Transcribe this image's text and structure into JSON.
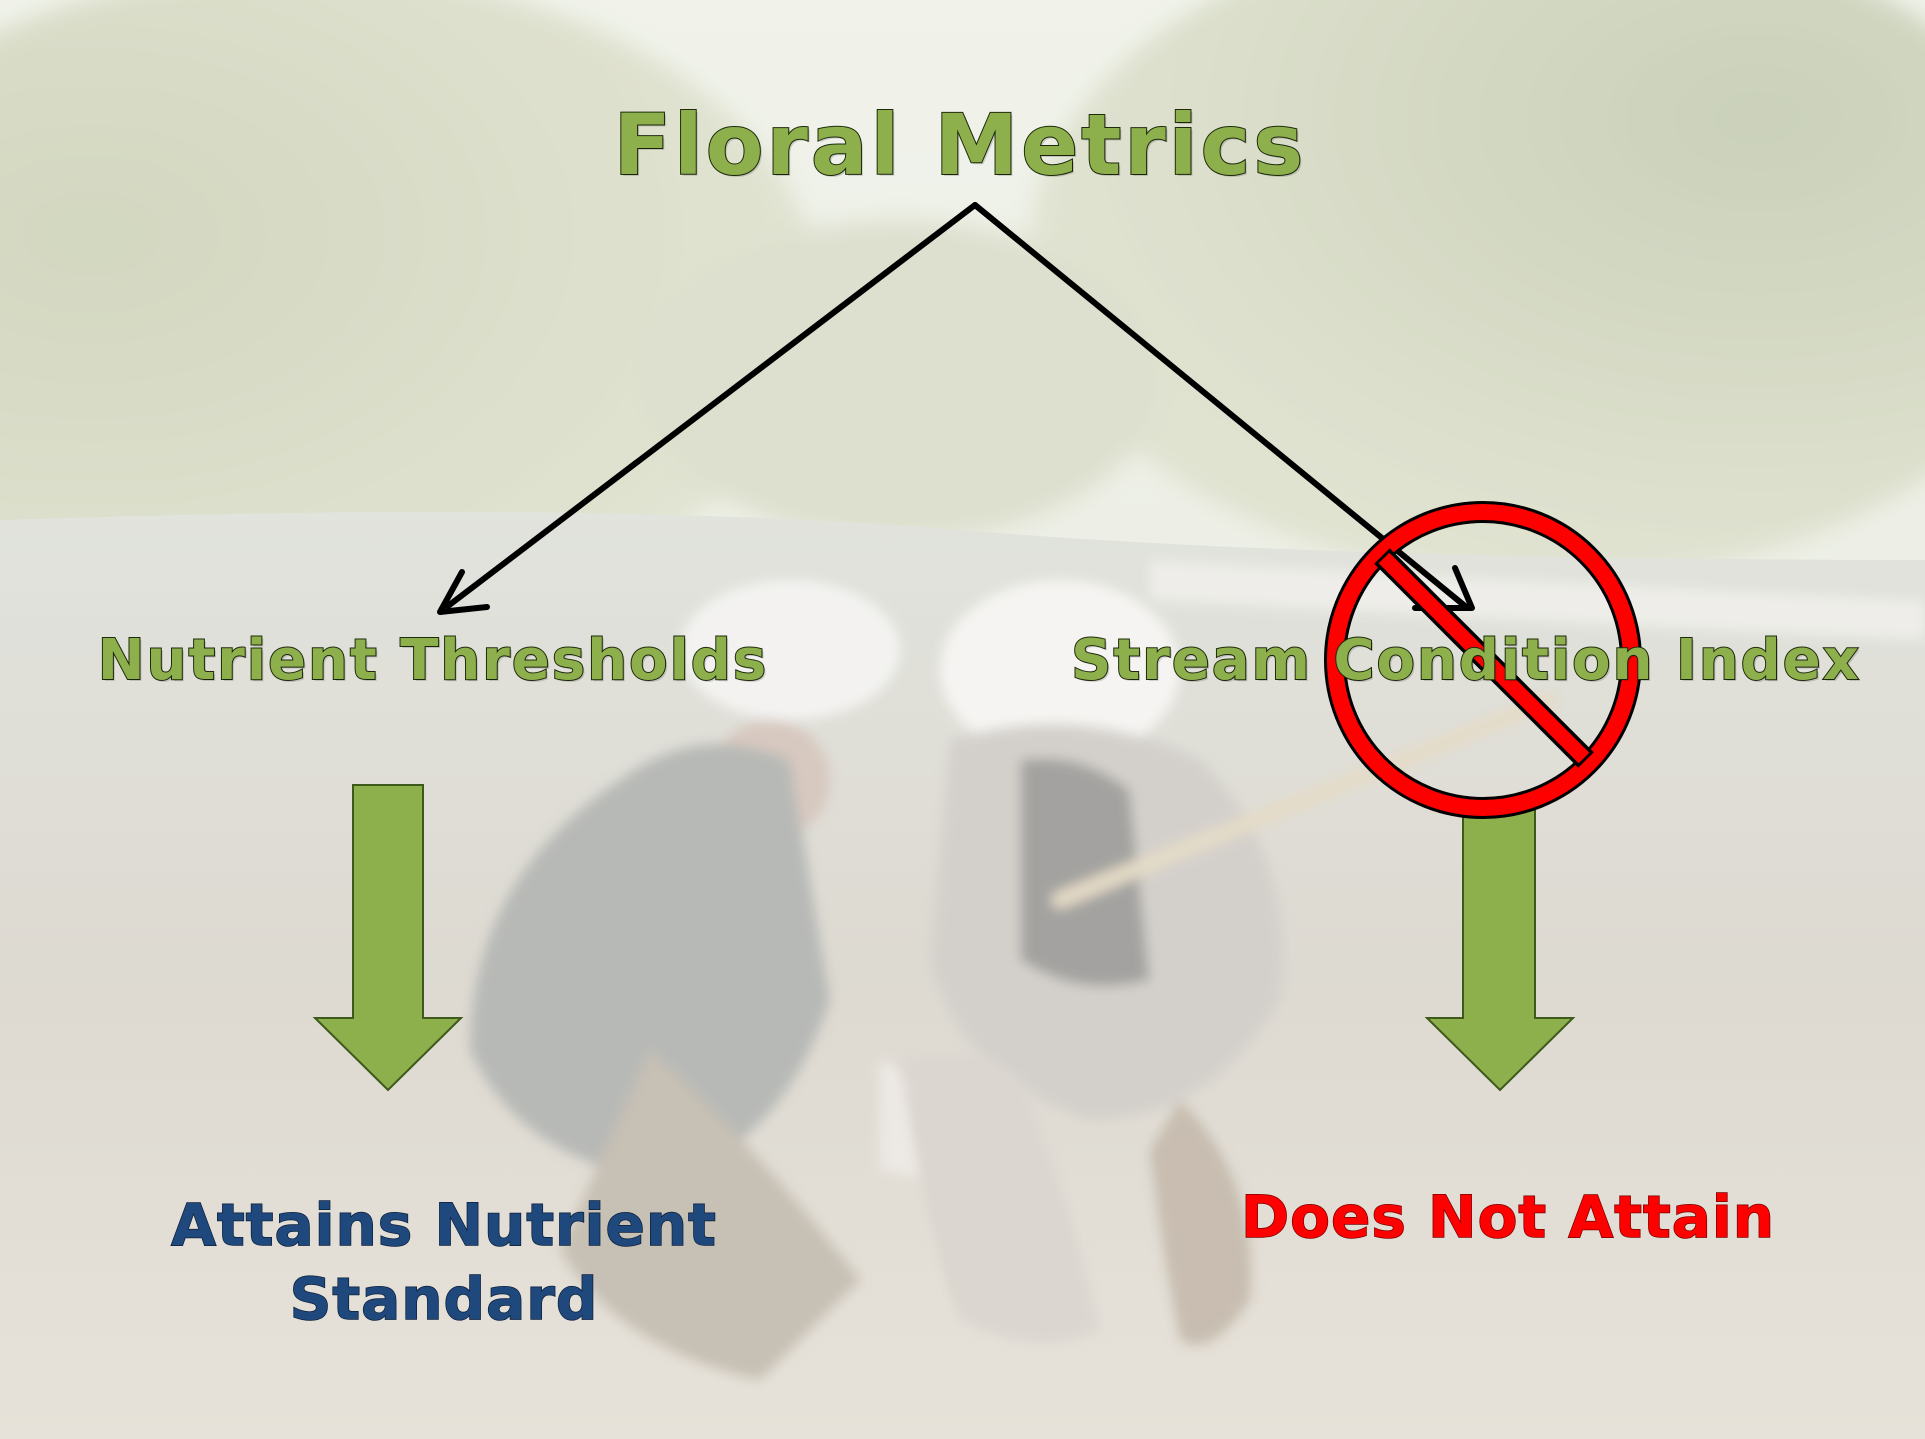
{
  "title": "Floral Metrics",
  "nodes": {
    "left": "Nutrient Thresholds",
    "right": "Stream Condition Index"
  },
  "outcomes": {
    "left_line1": "Attains Nutrient",
    "left_line2": "Standard",
    "right": "Does Not Attain"
  },
  "background": {
    "description_icon": "photo-two-workers-sampling-stream",
    "wash_color": "#ffffff"
  },
  "colors": {
    "green": "#8db04c",
    "navy": "#1f497d",
    "red": "#ff0000",
    "arrow_black": "#000000",
    "prohibition_red": "#ff0000"
  }
}
